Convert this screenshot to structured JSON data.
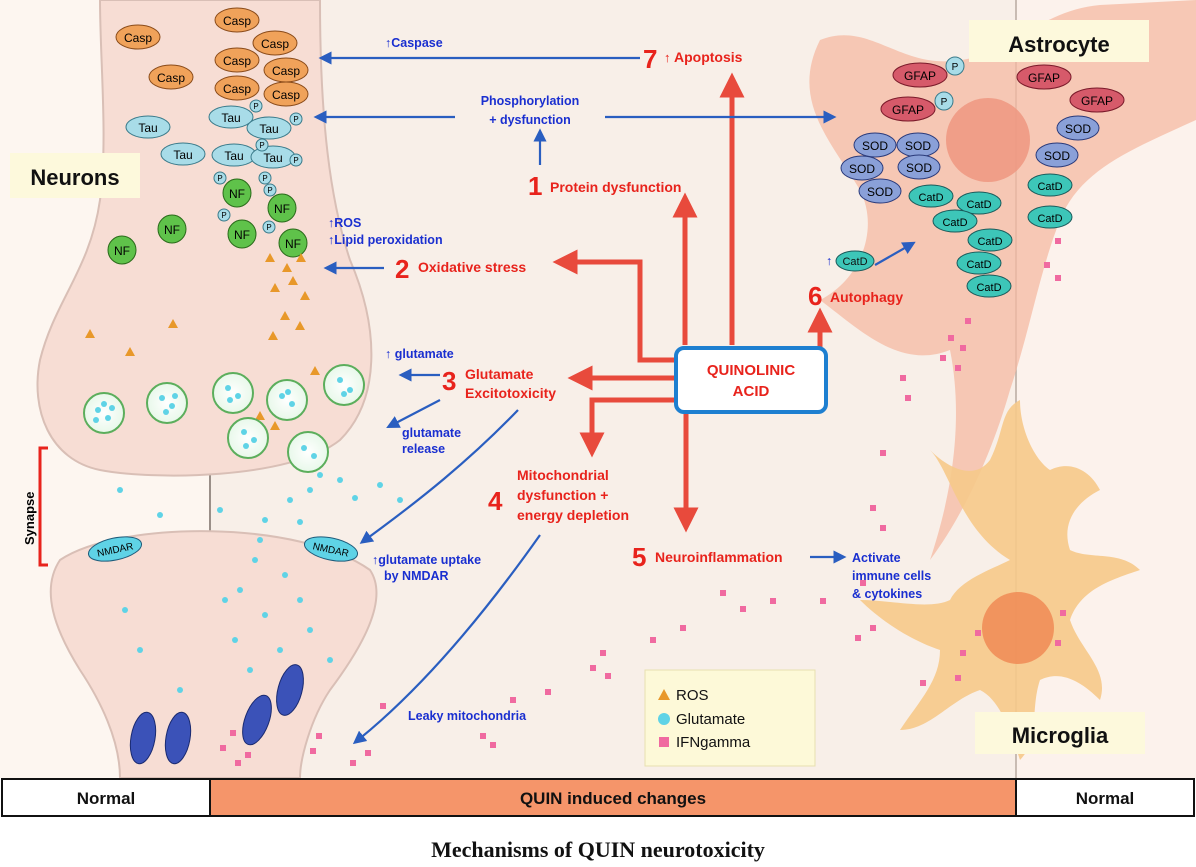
{
  "caption": "Mechanisms of QUIN neurotoxicity",
  "cell_labels": {
    "neurons": "Neurons",
    "astrocyte": "Astrocyte",
    "microglia": "Microglia"
  },
  "center": {
    "line1": "QUINOLINIC",
    "line2": "ACID"
  },
  "mechanisms": [
    {
      "num": "1",
      "label": "Protein dysfunction"
    },
    {
      "num": "2",
      "label": "Oxidative stress"
    },
    {
      "num": "3",
      "label_1": "Glutamate",
      "label_2": "Excitotoxicity"
    },
    {
      "num": "4",
      "label_1": "Mitochondrial",
      "label_2": "dysfunction +",
      "label_3": "energy depletion"
    },
    {
      "num": "5",
      "label": "Neuroinflammation"
    },
    {
      "num": "6",
      "label": "Autophagy"
    },
    {
      "num": "7",
      "label": "Apoptosis",
      "prefix": "↑"
    }
  ],
  "effects": {
    "caspase": "↑Caspase",
    "phos_1": "Phosphorylation",
    "phos_2": "+ dysfunction",
    "ros_1": "↑ROS",
    "ros_2": "↑Lipid peroxidation",
    "glutamate_up": "↑ glutamate",
    "release_1": "glutamate",
    "release_2": "release",
    "uptake_1": "↑glutamate uptake",
    "uptake_2": "by NMDAR",
    "leaky": "Leaky mitochondria",
    "activate_1": "Activate",
    "activate_2": "immune cells",
    "activate_3": "& cytokines",
    "catd_up": "↑",
    "catd_label": "CatD"
  },
  "molecules": {
    "casp": "Casp",
    "tau": "Tau",
    "nf": "NF",
    "p": "P",
    "gfap": "GFAP",
    "sod": "SOD",
    "catd": "CatD",
    "nmdar": "NMDAR"
  },
  "synapse": "Synapse",
  "legend": [
    {
      "label": "ROS",
      "color": "#e8982a",
      "shape": "triangle"
    },
    {
      "label": "Glutamate",
      "color": "#5fd3e6",
      "shape": "circle"
    },
    {
      "label": "IFNgamma",
      "color": "#f06aa0",
      "shape": "square"
    }
  ],
  "bottom_bar": {
    "left": "Normal",
    "middle": "QUIN induced changes",
    "right": "Normal"
  },
  "colors": {
    "arrow_red": "#e84a3c",
    "arrow_blue": "#2a5ec0",
    "center_border": "#1e7fd0",
    "bar_middle": "#f5956a"
  }
}
